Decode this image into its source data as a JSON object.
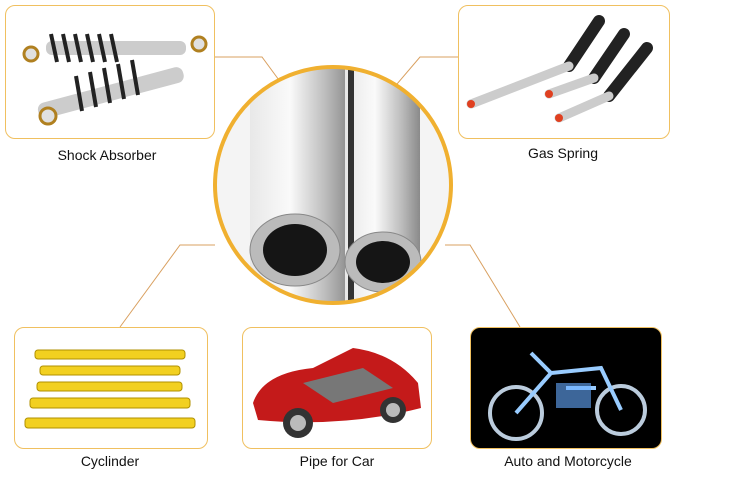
{
  "items": [
    {
      "label": "Shock Absorber"
    },
    {
      "label": "Gas Spring"
    },
    {
      "label": "Cyclinder"
    },
    {
      "label": "Pipe for Car"
    },
    {
      "label": "Auto and Motorcycle"
    }
  ],
  "colors": {
    "accent": "#f0b030",
    "border": "#f0c060",
    "line": "#d9a060"
  }
}
